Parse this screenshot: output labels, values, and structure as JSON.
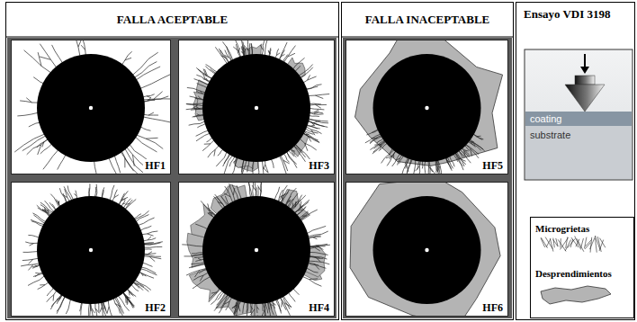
{
  "diagram": {
    "nodes": [
      {
        "text": [
          "FALLA ACEPTABLE"
        ]
      },
      {
        "text": [
          "HF1"
        ],
        "in": 0
      },
      {
        "text": [
          "HF3"
        ],
        "in": 0
      },
      {
        "text": [
          "HF2"
        ],
        "in": 0
      },
      {
        "text": [
          "HF4"
        ],
        "in": 0
      },
      {
        "text": [
          "FALLA INACEPTABLE"
        ]
      },
      {
        "text": [
          "HF5"
        ],
        "in": 5
      },
      {
        "text": [
          "HF6"
        ],
        "in": 5
      },
      {
        "text": [
          "Ensayo VDI 3198"
        ]
      }
    ],
    "labels": [
      "coating",
      "substrate"
    ],
    "legend": [
      {
        "text": "Microgrietas"
      },
      {
        "text": "Desprendimientos"
      }
    ]
  }
}
